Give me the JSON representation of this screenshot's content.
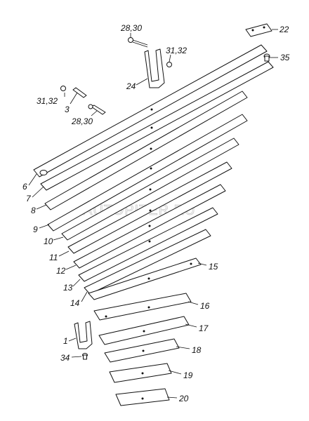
{
  "watermark": "AUTOPITER.RU",
  "callouts": {
    "c22": "22",
    "c28_30_top": "28,30",
    "c31_32_top": "31,32",
    "c35": "35",
    "c24": "24",
    "c31_32_left": "31,32",
    "c3": "3",
    "c28_30_left": "28,30",
    "c6": "6",
    "c7": "7",
    "c8": "8",
    "c9": "9",
    "c10": "10",
    "c11": "11",
    "c12": "12",
    "c13": "13",
    "c14": "14",
    "c15": "15",
    "c16": "16",
    "c17": "17",
    "c18": "18",
    "c19": "19",
    "c20": "20",
    "c1": "1",
    "c34": "34"
  }
}
